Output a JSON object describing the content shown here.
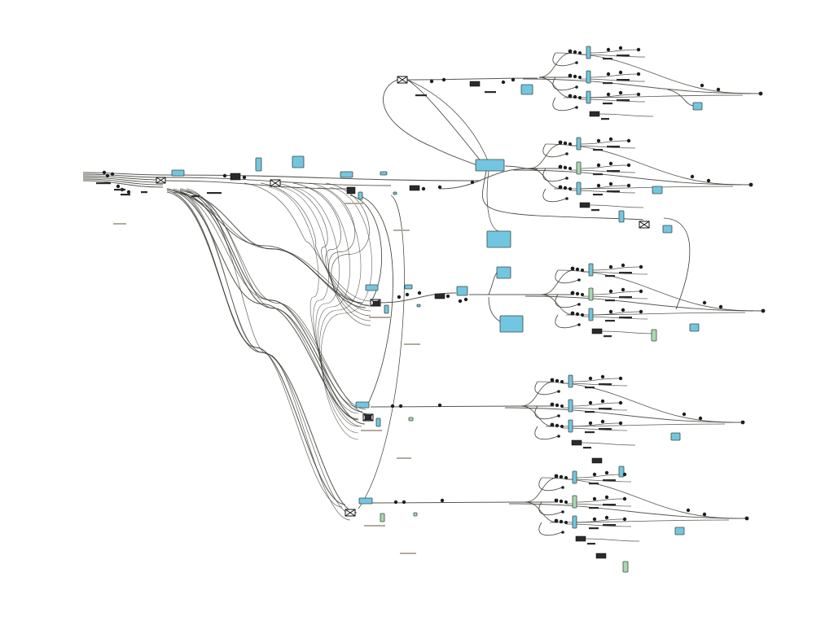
{
  "canvas": {
    "background": "#ffffff"
  },
  "colors": {
    "wire": "#3a3a32",
    "wire_light": "#8a8a78",
    "node_fill": "#72c6e2",
    "node_fill_alt": "#a9d8b0",
    "node_stroke": "#3d4a3d",
    "dark_node": "#2b2b2b",
    "dot": "#1e1e1e",
    "caption": "#b4aa9a"
  },
  "icons": {
    "hub": "cross-box-icon",
    "output": "end-point-dot-icon",
    "panel": "parameter-panel-icon"
  },
  "clusters": [
    {
      "name": "top-cluster",
      "output_nodes": 1,
      "branch_rows": 3
    },
    {
      "name": "second-cluster",
      "output_nodes": 2,
      "branch_rows": 3
    },
    {
      "name": "middle-cluster",
      "output_nodes": 1,
      "branch_rows": 3
    },
    {
      "name": "fourth-cluster",
      "output_nodes": 1,
      "branch_rows": 3
    },
    {
      "name": "bottom-cluster",
      "output_nodes": 1,
      "branch_rows": 3
    }
  ]
}
